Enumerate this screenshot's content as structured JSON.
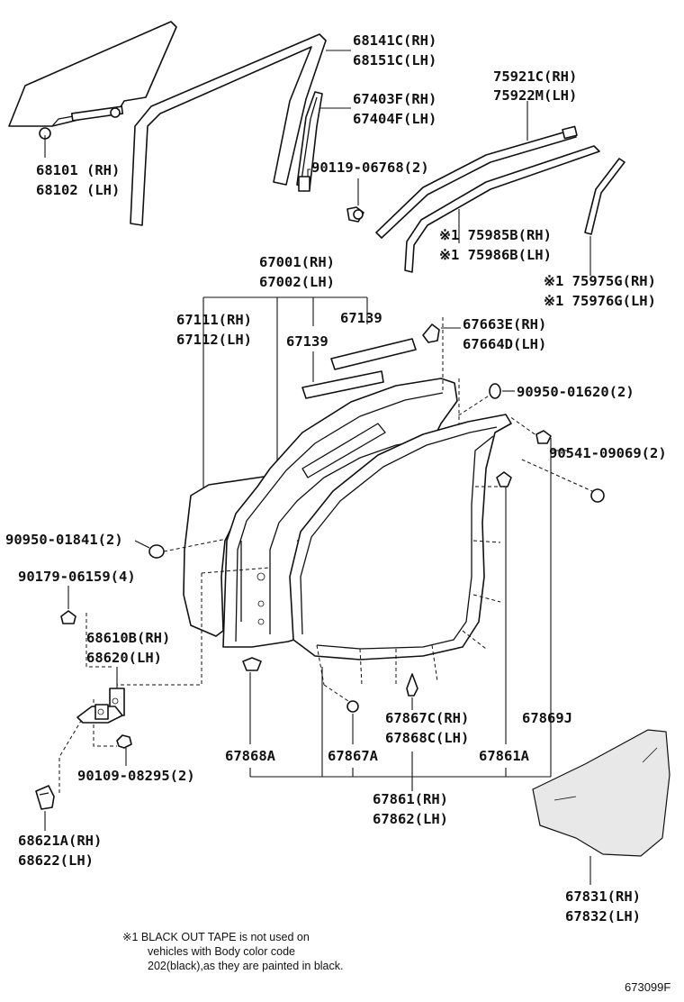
{
  "labels": {
    "glass_rh": "68101 (RH)",
    "glass_lh": "68102 (LH)",
    "run_rh": "68141C(RH)",
    "run_lh": "68151C(LH)",
    "divbar_rh": "67403F(RH)",
    "divbar_lh": "67404F(LH)",
    "screw_divbar": "90119-06768(2)",
    "belt_rh": "75921C(RH)",
    "belt_lh": "75922M(LH)",
    "tape1_rh": "※1 75985B(RH)",
    "tape1_lh": "※1 75986B(LH)",
    "tape2_rh": "※1 75975G(RH)",
    "tape2_lh": "※1 75976G(LH)",
    "door_rh": "67001(RH)",
    "door_lh": "67002(LH)",
    "panel_rh": "67111(RH)",
    "panel_lh": "67112(LH)",
    "pad_a": "67139",
    "pad_b": "67139",
    "seal_corner_rh": "67663E(RH)",
    "seal_corner_lh": "67664D(LH)",
    "plug_top": "90950-01620(2)",
    "clip_top": "90541-09069(2)",
    "plug_side": "90950-01841(2)",
    "bolt_hinge": "90179-06159(4)",
    "hinge_rh": "68610B(RH)",
    "hinge_lh": "68620(LH)",
    "bolt_hinge2": "90109-08295(2)",
    "check_rh": "68621A(RH)",
    "check_lh": "68622(LH)",
    "ws_868a": "67868A",
    "ws_867a": "67867A",
    "ws_867c_rh": "67867C(RH)",
    "ws_868c_lh": "67868C(LH)",
    "ws_861a": "67861A",
    "ws_869j": "67869J",
    "ws_rh": "67861(RH)",
    "ws_lh": "67862(LH)",
    "hole_rh": "67831(RH)",
    "hole_lh": "67832(LH)"
  },
  "note": {
    "line1": "※1 BLACK OUT TAPE is not used on",
    "line2": "vehicles with Body color code",
    "line3": "202(black),as they are painted in black."
  },
  "diagram_code": "673099F"
}
